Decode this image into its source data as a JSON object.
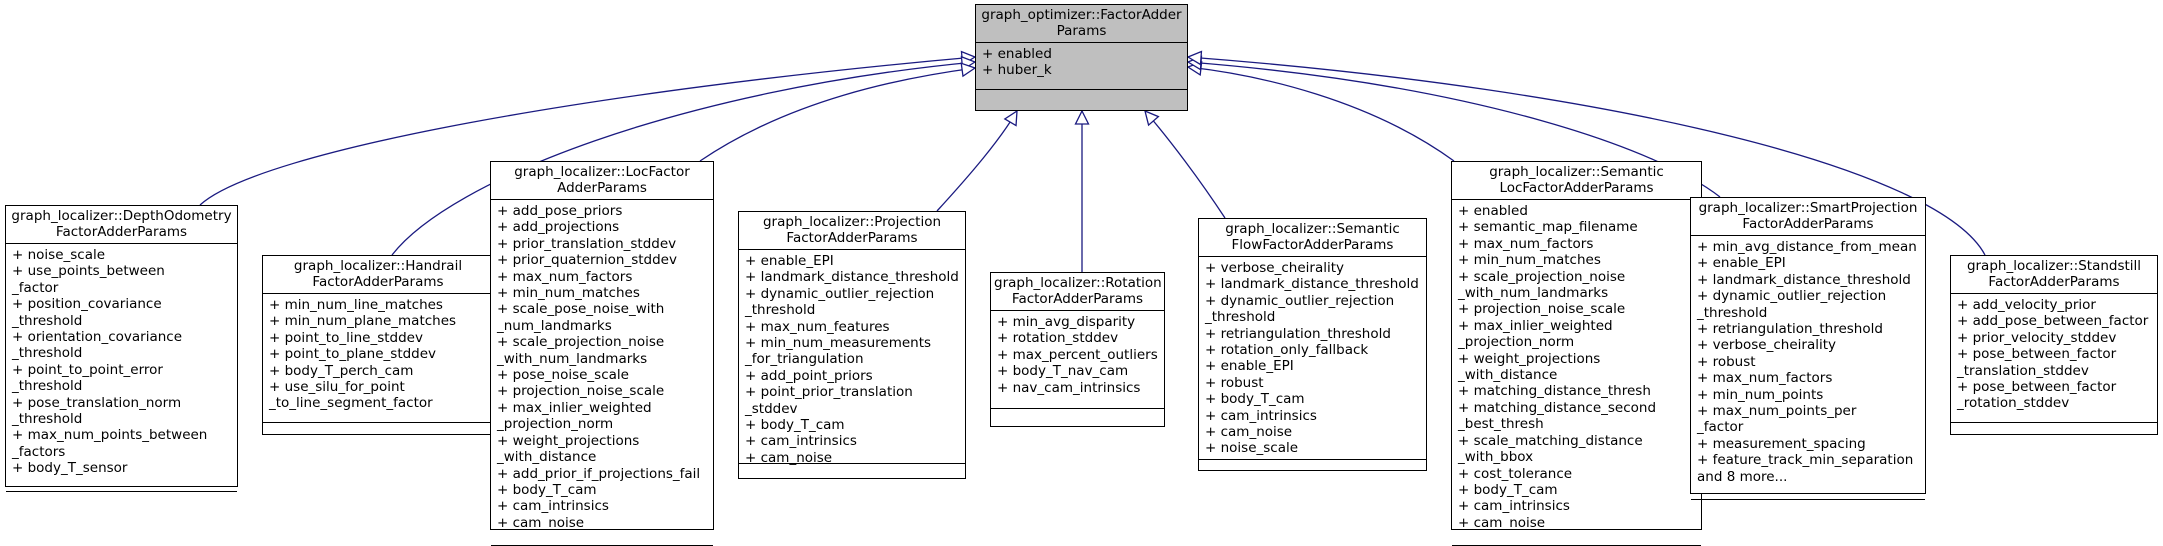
{
  "colors": {
    "edge": "#1a1a80",
    "parent_fill": "#bfbfbf"
  },
  "parent": {
    "title": "graph_optimizer::FactorAdder\nParams",
    "attributes": [
      "+ enabled",
      "+ huber_k"
    ]
  },
  "children": [
    {
      "id": "depth-odometry",
      "title": "graph_localizer::DepthOdometry\nFactorAdderParams",
      "attributes": [
        "+ noise_scale",
        "+ use_points_between",
        "_factor",
        "+ position_covariance",
        "_threshold",
        "+ orientation_covariance",
        "_threshold",
        "+ point_to_point_error",
        "_threshold",
        "+ pose_translation_norm",
        "_threshold",
        "+ max_num_points_between",
        "_factors",
        "+ body_T_sensor"
      ]
    },
    {
      "id": "handrail",
      "title": "graph_localizer::Handrail\nFactorAdderParams",
      "attributes": [
        "+ min_num_line_matches",
        "+ min_num_plane_matches",
        "+ point_to_line_stddev",
        "+ point_to_plane_stddev",
        "+ body_T_perch_cam",
        "+ use_silu_for_point",
        "_to_line_segment_factor"
      ]
    },
    {
      "id": "loc-factor",
      "title": "graph_localizer::LocFactor\nAdderParams",
      "attributes": [
        "+ add_pose_priors",
        "+ add_projections",
        "+ prior_translation_stddev",
        "+ prior_quaternion_stddev",
        "+ max_num_factors",
        "+ min_num_matches",
        "+ scale_pose_noise_with",
        "_num_landmarks",
        "+ scale_projection_noise",
        "_with_num_landmarks",
        "+ pose_noise_scale",
        "+ projection_noise_scale",
        "+ max_inlier_weighted",
        "_projection_norm",
        "+ weight_projections",
        "_with_distance",
        "+ add_prior_if_projections_fail",
        "+ body_T_cam",
        "+ cam_intrinsics",
        "+ cam_noise"
      ]
    },
    {
      "id": "projection",
      "title": "graph_localizer::Projection\nFactorAdderParams",
      "attributes": [
        "+ enable_EPI",
        "+ landmark_distance_threshold",
        "+ dynamic_outlier_rejection",
        "_threshold",
        "+ max_num_features",
        "+ min_num_measurements",
        "_for_triangulation",
        "+ add_point_priors",
        "+ point_prior_translation",
        "_stddev",
        "+ body_T_cam",
        "+ cam_intrinsics",
        "+ cam_noise"
      ]
    },
    {
      "id": "rotation",
      "title": "graph_localizer::Rotation\nFactorAdderParams",
      "attributes": [
        "+ min_avg_disparity",
        "+ rotation_stddev",
        "+ max_percent_outliers",
        "+ body_T_nav_cam",
        "+ nav_cam_intrinsics"
      ]
    },
    {
      "id": "semantic-flow",
      "title": "graph_localizer::Semantic\nFlowFactorAdderParams",
      "attributes": [
        "+ verbose_cheirality",
        "+ landmark_distance_threshold",
        "+ dynamic_outlier_rejection",
        "_threshold",
        "+ retriangulation_threshold",
        "+ rotation_only_fallback",
        "+ enable_EPI",
        "+ robust",
        "+ body_T_cam",
        "+ cam_intrinsics",
        "+ cam_noise",
        "+ noise_scale"
      ]
    },
    {
      "id": "semantic-loc",
      "title": "graph_localizer::Semantic\nLocFactorAdderParams",
      "attributes": [
        "+ enabled",
        "+ semantic_map_filename",
        "+ max_num_factors",
        "+ min_num_matches",
        "+ scale_projection_noise",
        "_with_num_landmarks",
        "+ projection_noise_scale",
        "+ max_inlier_weighted",
        "_projection_norm",
        "+ weight_projections",
        "_with_distance",
        "+ matching_distance_thresh",
        "+ matching_distance_second",
        "_best_thresh",
        "+ scale_matching_distance",
        "_with_bbox",
        "+ cost_tolerance",
        "+ body_T_cam",
        "+ cam_intrinsics",
        "+ cam_noise"
      ]
    },
    {
      "id": "smart-projection",
      "title": "graph_localizer::SmartProjection\nFactorAdderParams",
      "attributes": [
        "+ min_avg_distance_from_mean",
        "+ enable_EPI",
        "+ landmark_distance_threshold",
        "+ dynamic_outlier_rejection",
        "_threshold",
        "+ retriangulation_threshold",
        "+ verbose_cheirality",
        "+ robust",
        "+ max_num_factors",
        "+ min_num_points",
        "+ max_num_points_per",
        "_factor",
        "+ measurement_spacing",
        "+ feature_track_min_separation",
        "and 8 more..."
      ]
    },
    {
      "id": "standstill",
      "title": "graph_localizer::Standstill\nFactorAdderParams",
      "attributes": [
        "+ add_velocity_prior",
        "+ add_pose_between_factor",
        "+ prior_velocity_stddev",
        "+ pose_between_factor",
        "_translation_stddev",
        "+ pose_between_factor",
        "_rotation_stddev"
      ]
    }
  ]
}
